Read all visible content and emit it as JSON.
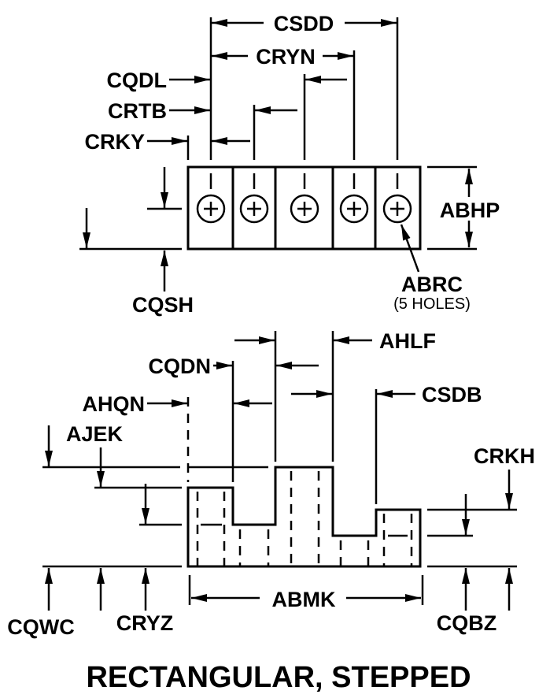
{
  "title": "RECTANGULAR, STEPPED",
  "top_view": {
    "labels": {
      "csdd": "CSDD",
      "cryn": "CRYN",
      "cqdl": "CQDL",
      "crtb": "CRTB",
      "crky": "CRKY",
      "abhp": "ABHP",
      "cqsh": "CQSH",
      "abrc": "ABRC",
      "abrc_note": "(5 HOLES)"
    },
    "hole_count": 5
  },
  "side_view": {
    "labels": {
      "ahlf": "AHLF",
      "cqdn": "CQDN",
      "csdb": "CSDB",
      "ahqn": "AHQN",
      "ajek": "AJEK",
      "crkh": "CRKH",
      "abmk": "ABMK",
      "cqwc": "CQWC",
      "cryz": "CRYZ",
      "cqbz": "CQBZ"
    }
  }
}
